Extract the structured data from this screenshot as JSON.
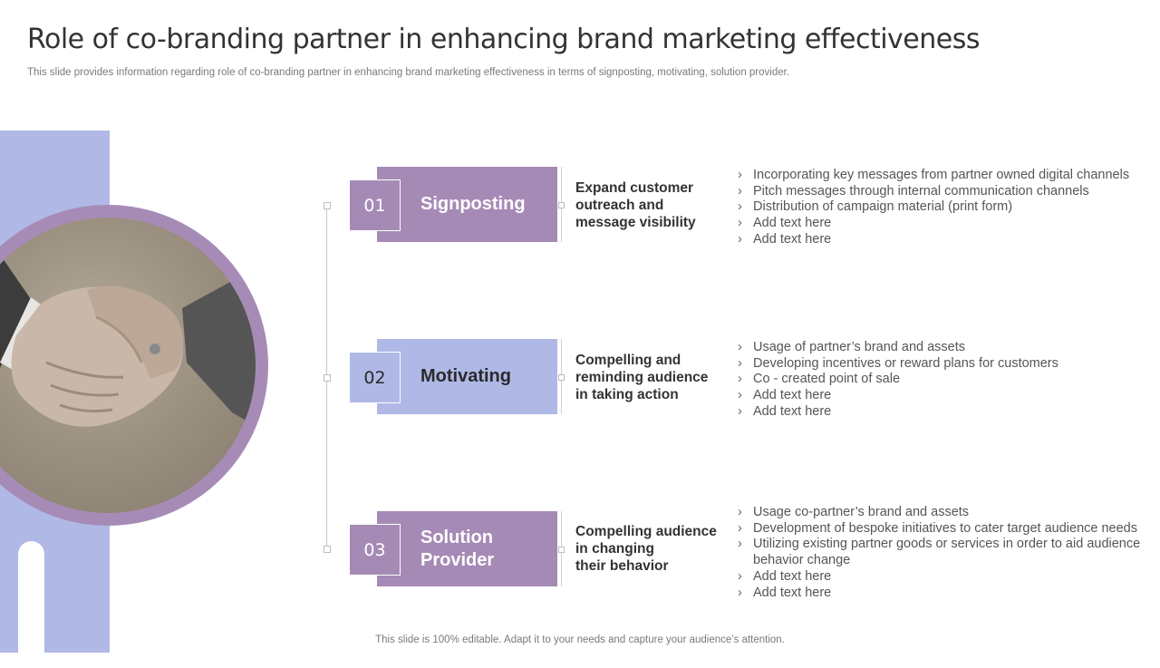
{
  "title": "Role of co-branding partner in enhancing brand marketing effectiveness",
  "subtitle": "This slide provides information regarding role of co-branding partner in enhancing brand marketing effectiveness in terms of signposting, motivating, solution provider.",
  "footer": "This slide is 100% editable. Adapt it to your needs and capture your audience’s attention.",
  "colors": {
    "purple": "#a68ab6",
    "blue": "#b0b8e6"
  },
  "image": {
    "icon": "handshake-photo"
  },
  "rows": [
    {
      "number": "01",
      "label_lines": [
        "Signposting"
      ],
      "desc_lines": [
        "Expand customer",
        "outreach and",
        "message visibility"
      ],
      "bullets": [
        "Incorporating key messages from partner owned digital channels",
        "Pitch messages through internal communication channels",
        "Distribution of campaign material (print form)",
        "Add text here",
        "Add text here"
      ]
    },
    {
      "number": "02",
      "label_lines": [
        "Motivating"
      ],
      "desc_lines": [
        "Compelling and",
        "reminding  audience",
        "in taking action"
      ],
      "bullets": [
        "Usage of partner’s brand and assets",
        "Developing incentives or reward plans for customers",
        "Co - created point of sale",
        "Add text here",
        "Add text here"
      ]
    },
    {
      "number": "03",
      "label_lines": [
        "Solution",
        "Provider"
      ],
      "desc_lines": [
        "Compelling audience",
        "in changing",
        "their behavior"
      ],
      "bullets": [
        "Usage co-partner’s brand and assets",
        "Development of bespoke initiatives to cater target audience needs",
        "Utilizing existing partner goods or services in order to aid audience behavior change",
        "Add text here",
        "Add text here"
      ]
    }
  ]
}
